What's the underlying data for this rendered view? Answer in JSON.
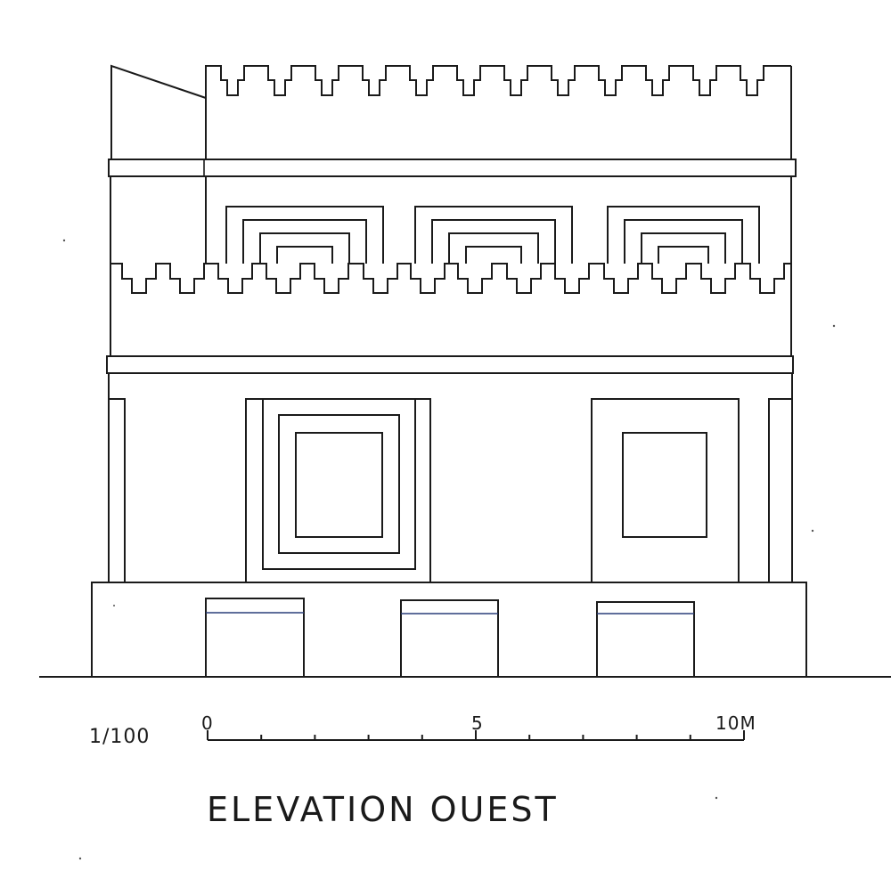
{
  "drawing": {
    "scale_label": "1/100",
    "scale_ticks": {
      "start": "0",
      "middle": "5",
      "end": "10M"
    },
    "title": "ELEVATION OUEST"
  },
  "colors": {
    "ink": "#1a1a1a",
    "paper": "#ffffff",
    "accent_line": "#2a3f7a"
  }
}
